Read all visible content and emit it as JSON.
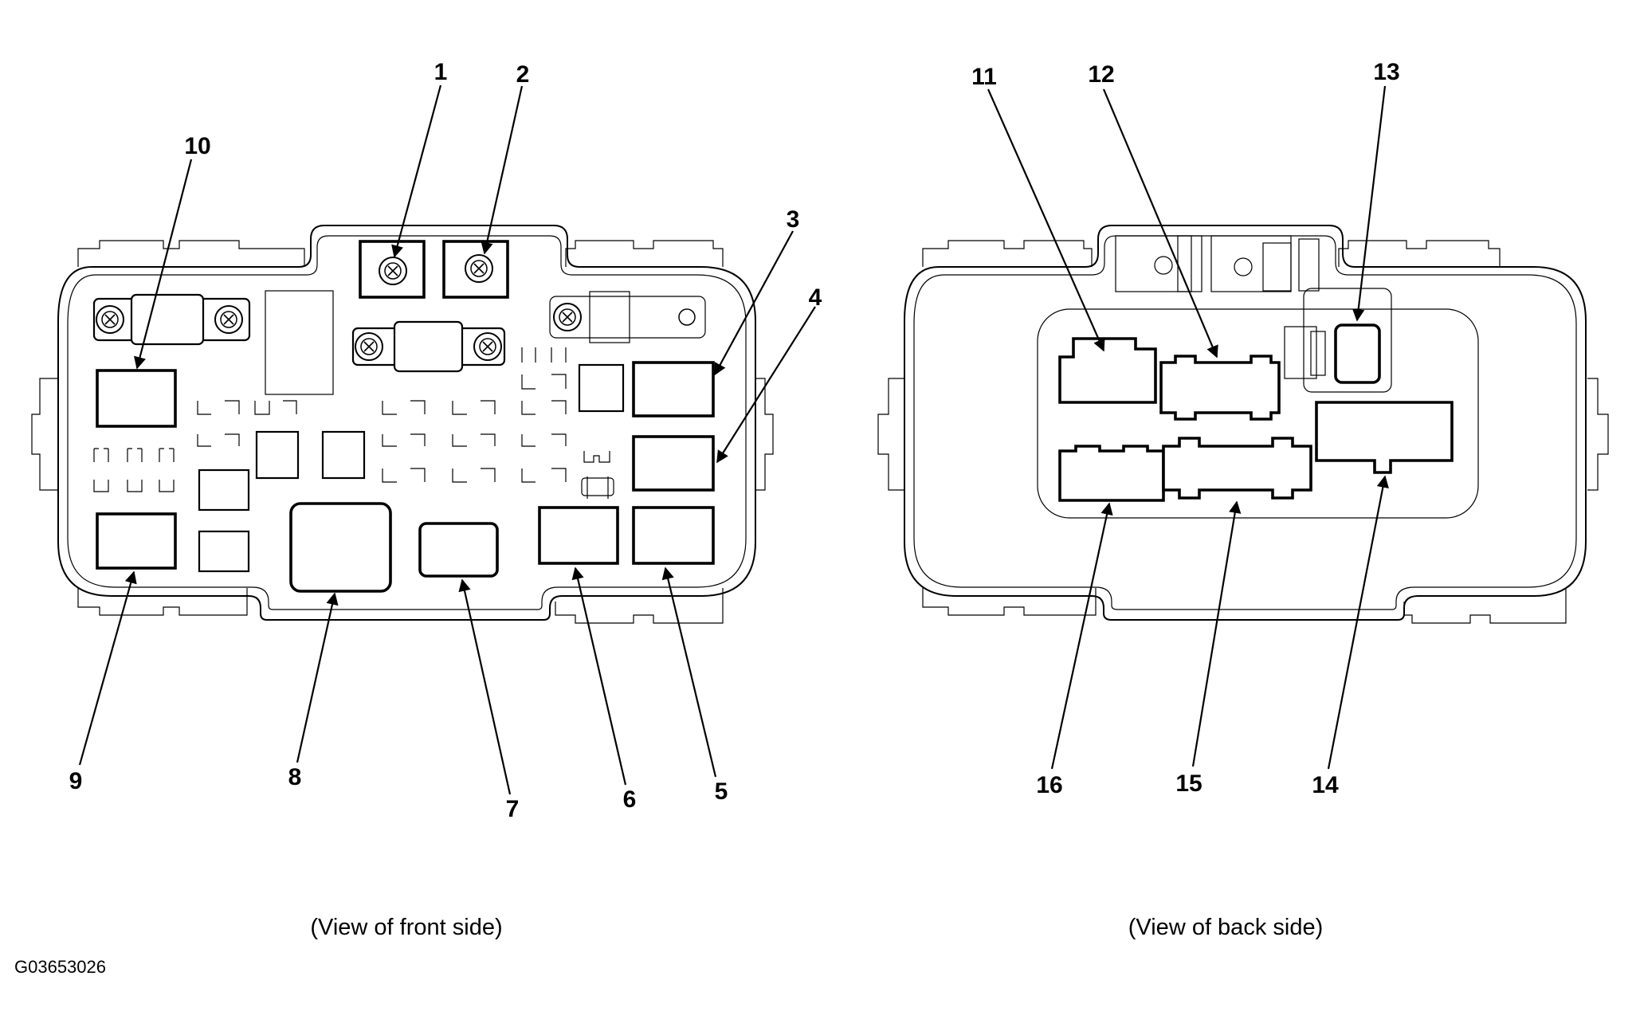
{
  "figure_id": "G03653026",
  "front_view": {
    "caption": "(View of front side)",
    "callouts": [
      "1",
      "2",
      "3",
      "4",
      "5",
      "6",
      "7",
      "8",
      "9",
      "10"
    ]
  },
  "back_view": {
    "caption": "(View of back side)",
    "callouts": [
      "11",
      "12",
      "13",
      "14",
      "15",
      "16"
    ]
  }
}
